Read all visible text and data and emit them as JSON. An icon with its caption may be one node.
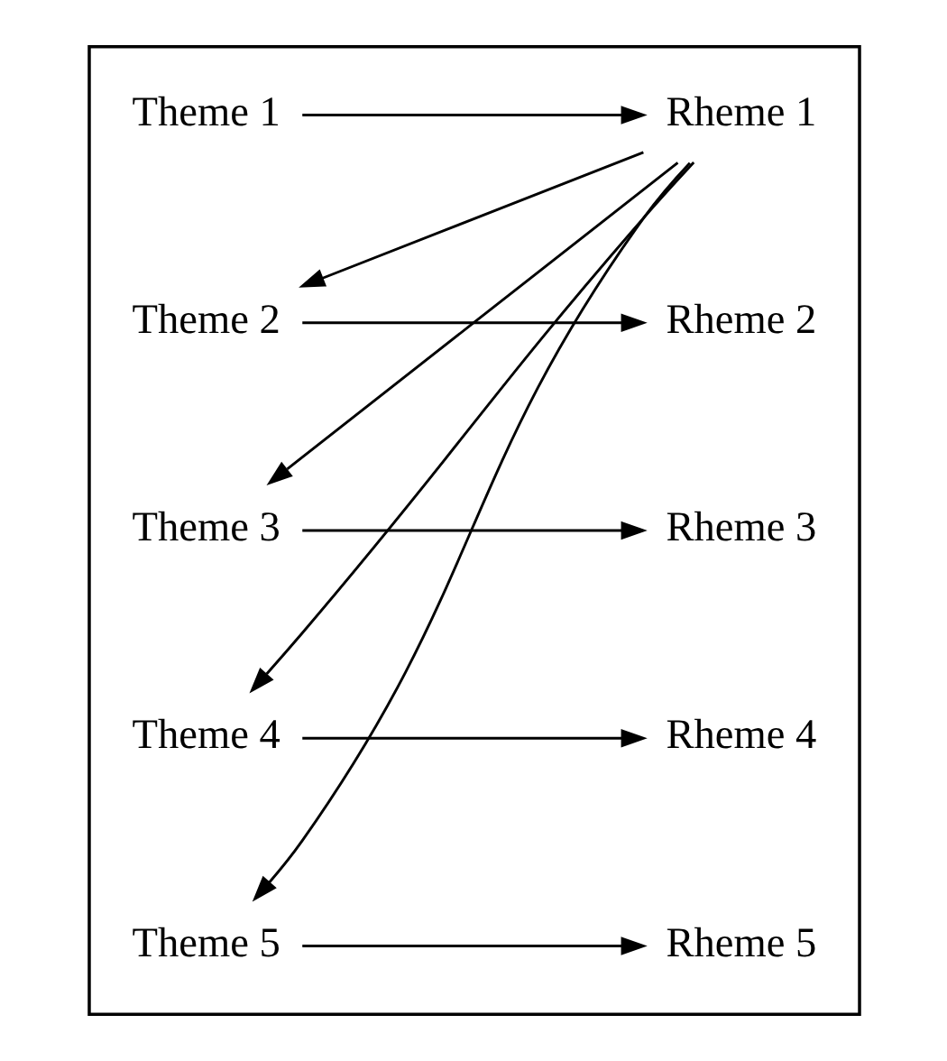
{
  "diagram": {
    "nodes": [
      {
        "text": [],
        "shape": "box"
      },
      {
        "text": [
          "Theme 1"
        ],
        "in": 0
      },
      {
        "text": [
          "Rheme 1"
        ],
        "in": 0
      },
      {
        "text": [
          "Theme 2"
        ],
        "in": 0
      },
      {
        "text": [
          "Rheme 2"
        ],
        "in": 0
      },
      {
        "text": [
          "Theme 3"
        ],
        "in": 0
      },
      {
        "text": [
          "Rheme 3"
        ],
        "in": 0
      },
      {
        "text": [
          "Theme 4"
        ],
        "in": 0
      },
      {
        "text": [
          "Rheme 4"
        ],
        "in": 0
      },
      {
        "text": [
          "Theme 5"
        ],
        "in": 0
      },
      {
        "text": [
          "Rheme 5"
        ],
        "in": 0
      }
    ],
    "edges": [
      {
        "from": 1,
        "to": 2,
        "arrow": "to"
      },
      {
        "from": 2,
        "to": 3,
        "arrow": "to"
      },
      {
        "from": 3,
        "to": 4,
        "arrow": "to"
      },
      {
        "from": 2,
        "to": 5,
        "arrow": "to"
      },
      {
        "from": 5,
        "to": 6,
        "arrow": "to"
      },
      {
        "from": 2,
        "to": 7,
        "arrow": "to"
      },
      {
        "from": 7,
        "to": 8,
        "arrow": "to"
      },
      {
        "from": 2,
        "to": 9,
        "arrow": "to"
      },
      {
        "from": 9,
        "to": 10,
        "arrow": "to"
      }
    ]
  }
}
